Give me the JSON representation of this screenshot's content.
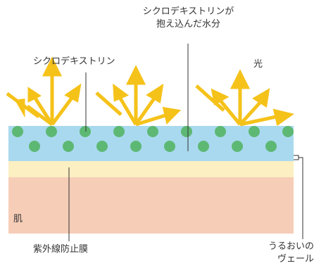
{
  "labels": {
    "water_line1": "シクロデキストリンが",
    "water_line2": "抱え込んだ水分",
    "cyclodextrin": "シクロデキストリン",
    "light": "光",
    "skin": "肌",
    "uv_film": "紫外線防止膜",
    "veil_line1": "うるおいの",
    "veil_line2": "ヴェール"
  },
  "colors": {
    "arrow": "#f5c21a",
    "water_band": "#a9d9ee",
    "dot": "#5db874",
    "uv_band": "#fcefc2",
    "skin": "#f6cdb7",
    "line": "#333333"
  }
}
